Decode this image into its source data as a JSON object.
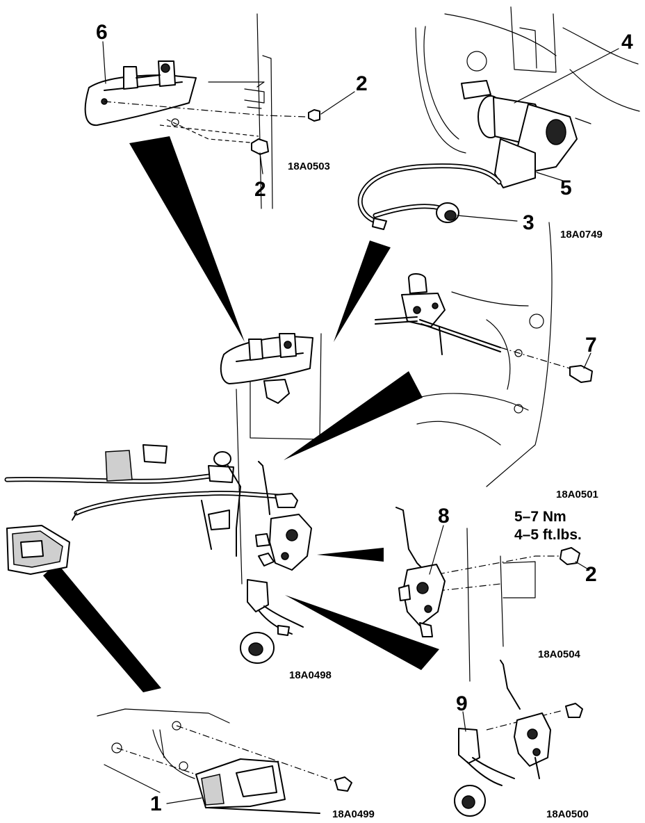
{
  "callouts": {
    "c1": "1",
    "c2a": "2",
    "c2b": "2",
    "c2c": "2",
    "c3": "3",
    "c4": "4",
    "c5": "5",
    "c6": "6",
    "c7": "7",
    "c8": "8",
    "c9": "9"
  },
  "figure_codes": {
    "f0503": "18A0503",
    "f0749": "18A0749",
    "f0501": "18A0501",
    "f0504": "18A0504",
    "f0498": "18A0498",
    "f0499": "18A0499",
    "f0500": "18A0500"
  },
  "torque": {
    "nm": "5–7 Nm",
    "ftlbs": "4–5 ft.lbs."
  }
}
